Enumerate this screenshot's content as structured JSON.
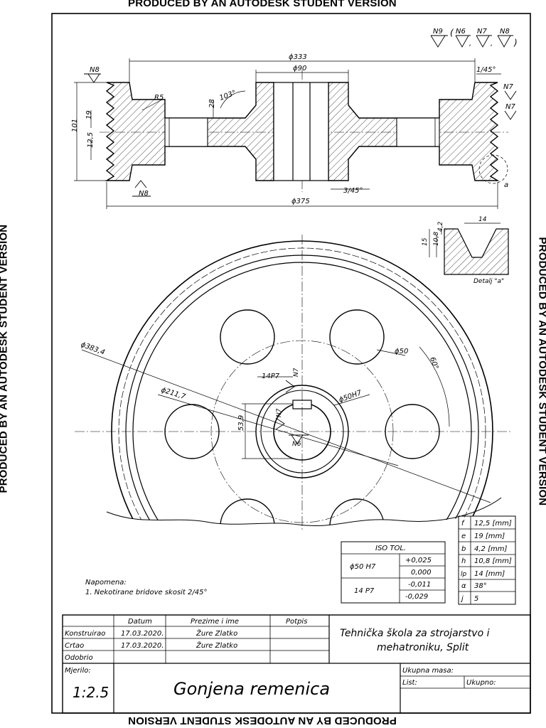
{
  "watermark": {
    "top": "PRODUCED BY AN AUTODESK STUDENT VERSION",
    "bottom": "PRODUCED BY AN AUTODESK STUDENT VERSION",
    "left": "PRODUCED BY AN AUTODESK STUDENT VERSION",
    "right": "PRODUCED BY AN AUTODESK STUDENT VERSION"
  },
  "surface": {
    "general": [
      "N9",
      "N6",
      "N7",
      "N8"
    ],
    "outer_left": "N8",
    "bottom_left": "N8",
    "groove_right_1": "N7",
    "groove_right_2": "N7",
    "keyway_side": "N7",
    "keyway_top": "N7",
    "bore": "N6"
  },
  "section": {
    "d333": "ϕ333",
    "d90": "ϕ90",
    "d375": "ϕ375",
    "chamfer_top": "1/45°",
    "chamfer_bottom": "3/45°",
    "radius": "R5",
    "angle": "103°",
    "web": "28",
    "h101": "101",
    "h19": "19",
    "h12_5": "12,5",
    "detail_mark": "a"
  },
  "detail": {
    "w14": "14",
    "h15": "15",
    "h10_8": "10,8",
    "h4_2": "4,2",
    "caption": "Detalj \"a\""
  },
  "front": {
    "d383": "ϕ383,4",
    "d211": "ϕ211,7",
    "d50": "ϕ50",
    "d50h7": "ϕ50H7",
    "key14": "14P7",
    "h53_9": "53,9",
    "angle60": "60°"
  },
  "belt_table": {
    "rows": [
      {
        "sym": "f",
        "val": "12,5 [mm]"
      },
      {
        "sym": "e",
        "val": "19 [mm]"
      },
      {
        "sym": "b",
        "val": "4,2 [mm]"
      },
      {
        "sym": "h",
        "val": "10,8 [mm]"
      },
      {
        "sym": "lp",
        "val": "14 [mm]"
      },
      {
        "sym": "α",
        "val": "38°"
      },
      {
        "sym": "j",
        "val": "5"
      }
    ]
  },
  "iso_table": {
    "title": "ISO TOL.",
    "r1_label": "ϕ50 H7",
    "r1_upper": "+0,025",
    "r1_lower": "0,000",
    "r2_label": "14 P7",
    "r2_upper": "-0,011",
    "r2_lower": "-0,029"
  },
  "note": {
    "heading": "Napomena:",
    "item": "1.  Nekotirane bridove skosit 2/45°"
  },
  "title_block": {
    "h_datum": "Datum",
    "h_prezime": "Prezime i ime",
    "h_potpis": "Potpis",
    "konstruirao": "Konstruirao",
    "crtao": "Crtao",
    "odobrio": "Odobrio",
    "date1": "17.03.2020.",
    "date2": "17.03.2020.",
    "name1": "Žure Zlatko",
    "name2": "Žure Zlatko",
    "school_line1": "Tehnička škola za strojarstvo i",
    "school_line2": "mehatroniku, Split",
    "mjerilo": "Mjerilo:",
    "scale": "1:2.5",
    "title": "Gonjena remenica",
    "ukupna_masa": "Ukupna masa:",
    "list": "List:",
    "ukupno": "Ukupno:"
  }
}
